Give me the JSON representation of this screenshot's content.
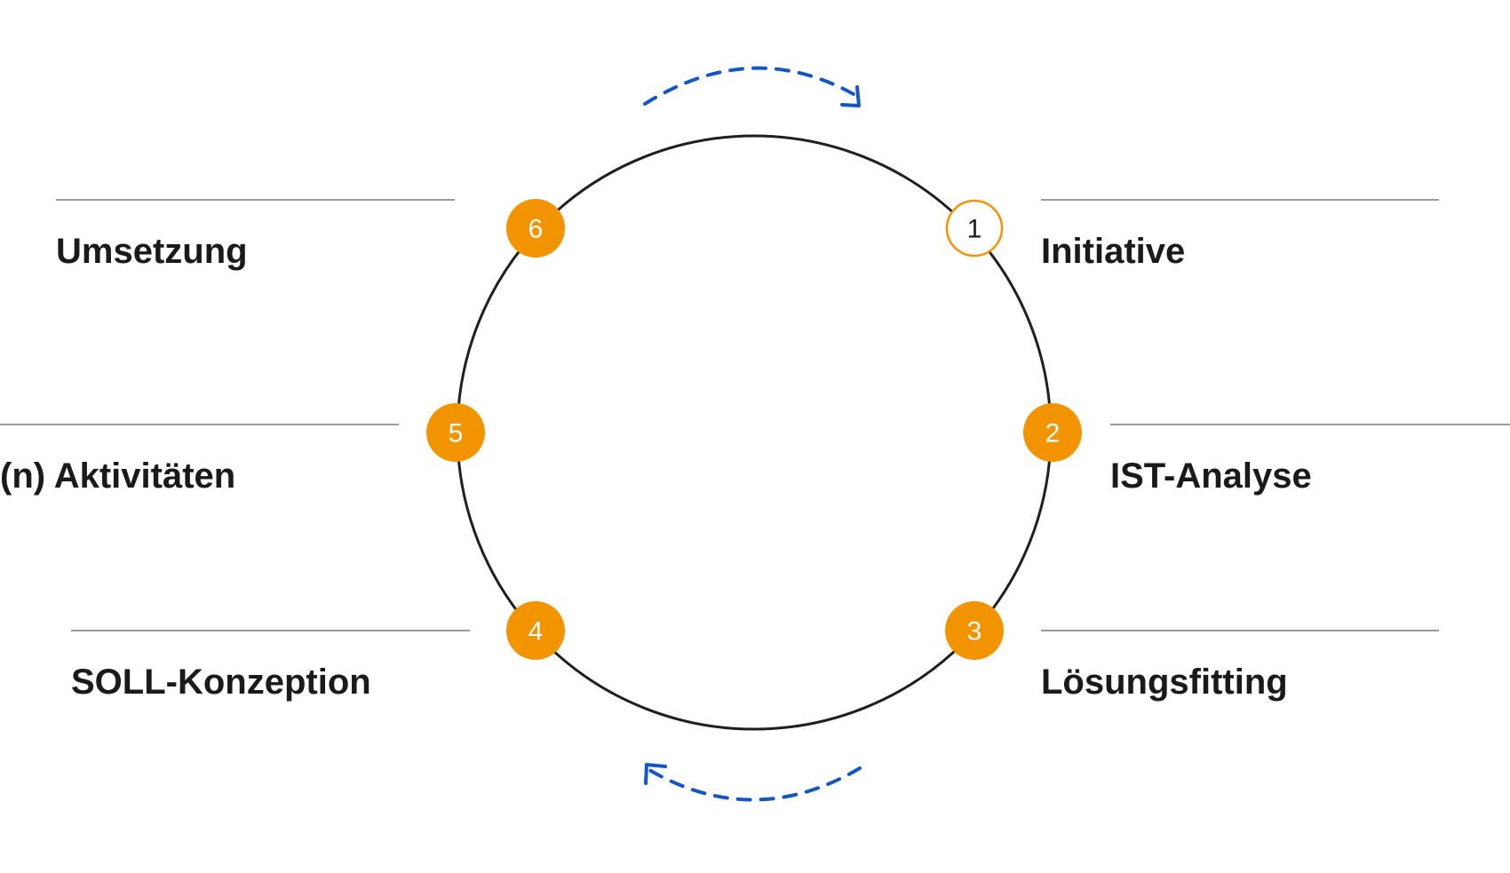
{
  "colors": {
    "accent": "#F29400",
    "arrow": "#1457C4",
    "ring": "#1f1f1f",
    "rule": "#7a7a7a",
    "text": "#1a1a1a"
  },
  "steps": [
    {
      "number": "1",
      "label": "Initiative",
      "style": "outlined"
    },
    {
      "number": "2",
      "label": "IST-Analyse",
      "style": "filled"
    },
    {
      "number": "3",
      "label": "Lösungsfitting",
      "style": "filled"
    },
    {
      "number": "4",
      "label": "SOLL-Konzeption",
      "style": "filled"
    },
    {
      "number": "5",
      "label": "(n) Aktivitäten",
      "style": "filled"
    },
    {
      "number": "6",
      "label": "Umsetzung",
      "style": "filled"
    }
  ],
  "icons": {
    "top_arrow": "clockwise-arrow-icon",
    "bottom_arrow": "clockwise-arrow-icon"
  }
}
